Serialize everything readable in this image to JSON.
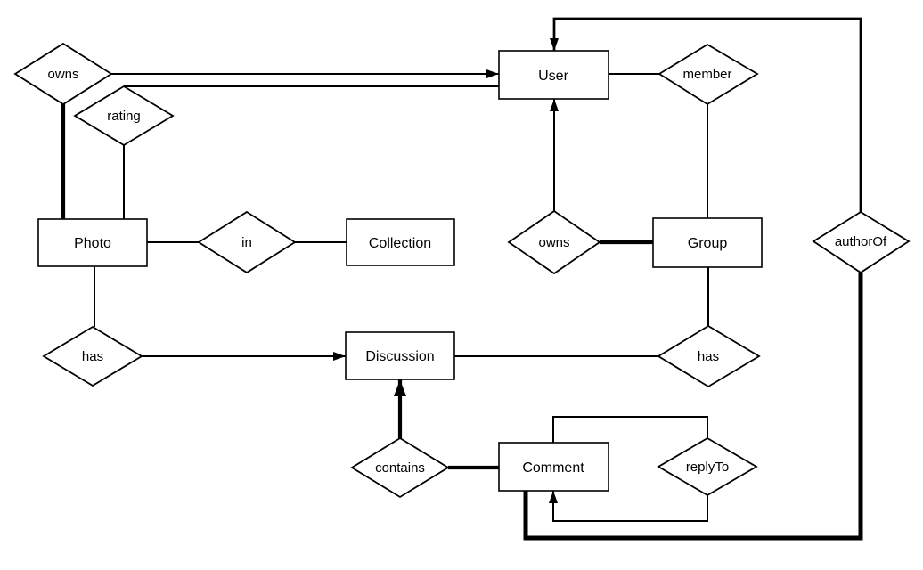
{
  "diagram": {
    "type": "entity-relationship-diagram",
    "colors": {
      "background": "#ffffff",
      "line": "#000000",
      "shape_fill": "#ffffff",
      "text": "#000000"
    }
  },
  "entities": {
    "user": "User",
    "photo": "Photo",
    "collection": "Collection",
    "group": "Group",
    "discussion": "Discussion",
    "comment": "Comment"
  },
  "relationships": {
    "owns_photo": "owns",
    "rating": "rating",
    "in_collection": "in",
    "member": "member",
    "owns_group": "owns",
    "has_photo": "has",
    "has_group": "has",
    "contains": "contains",
    "reply_to": "replyTo",
    "author_of": "authorOf"
  },
  "connections": [
    {
      "from": "User",
      "relationship": "owns",
      "to": "Photo",
      "thick_side": "Photo",
      "arrow_into": "User"
    },
    {
      "from": "Photo",
      "relationship": "rating",
      "to": "User",
      "thick_side": null,
      "arrow_into": null
    },
    {
      "from": "Photo",
      "relationship": "in",
      "to": "Collection",
      "thick_side": null,
      "arrow_into": null
    },
    {
      "from": "Photo",
      "relationship": "has",
      "to": "Discussion",
      "thick_side": null,
      "arrow_into": "Discussion"
    },
    {
      "from": "User",
      "relationship": "member",
      "to": "Group",
      "thick_side": null,
      "arrow_into": null
    },
    {
      "from": "Group",
      "relationship": "owns",
      "to": "User",
      "thick_side": "Group",
      "arrow_into": "User"
    },
    {
      "from": "Group",
      "relationship": "has",
      "to": "Discussion",
      "thick_side": null,
      "arrow_into": null
    },
    {
      "from": "Discussion",
      "relationship": "contains",
      "to": "Comment",
      "thick_side": "Comment",
      "arrow_into": "Discussion"
    },
    {
      "from": "Comment",
      "relationship": "replyTo",
      "to": "Comment",
      "thick_side": null,
      "arrow_into": "Comment"
    },
    {
      "from": "Comment",
      "relationship": "authorOf",
      "to": "User",
      "thick_side": "Comment",
      "arrow_into": "User"
    }
  ]
}
